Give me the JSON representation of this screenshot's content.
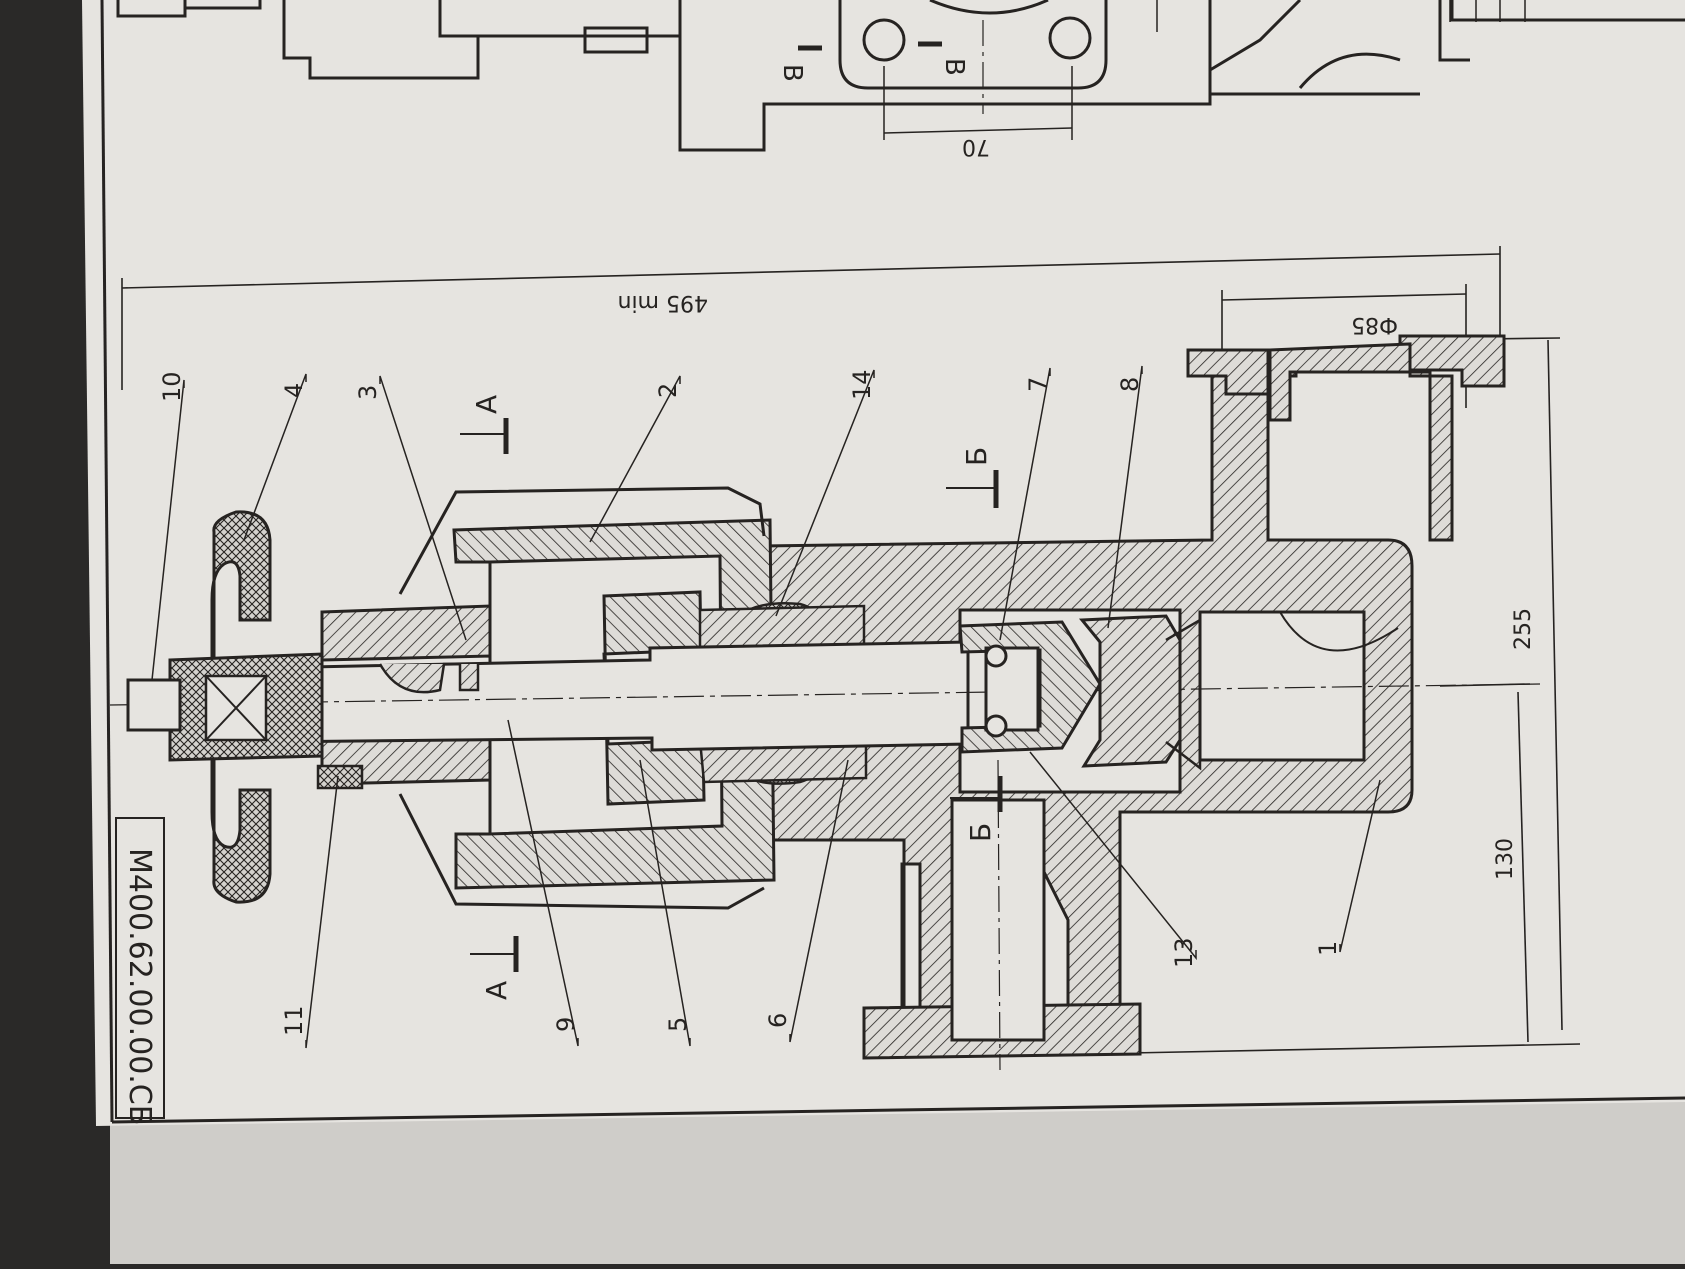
{
  "drawing_number": "М400.62.00.00.СБ",
  "part_numbers": [
    "10",
    "4",
    "3",
    "2",
    "14",
    "7",
    "8",
    "11",
    "9",
    "5",
    "6",
    "13",
    "1"
  ],
  "dimensions": {
    "overall_length": "495 min",
    "flange_diameter": "Ф85",
    "upper_height": "255",
    "lower_height": "130",
    "upper_view_spacing": "70"
  },
  "section_marks": {
    "a": "А",
    "b": "Б",
    "v": "В"
  },
  "colors": {
    "paper": "#e6e4e0",
    "line": "#262321",
    "background": "#2a2928"
  }
}
